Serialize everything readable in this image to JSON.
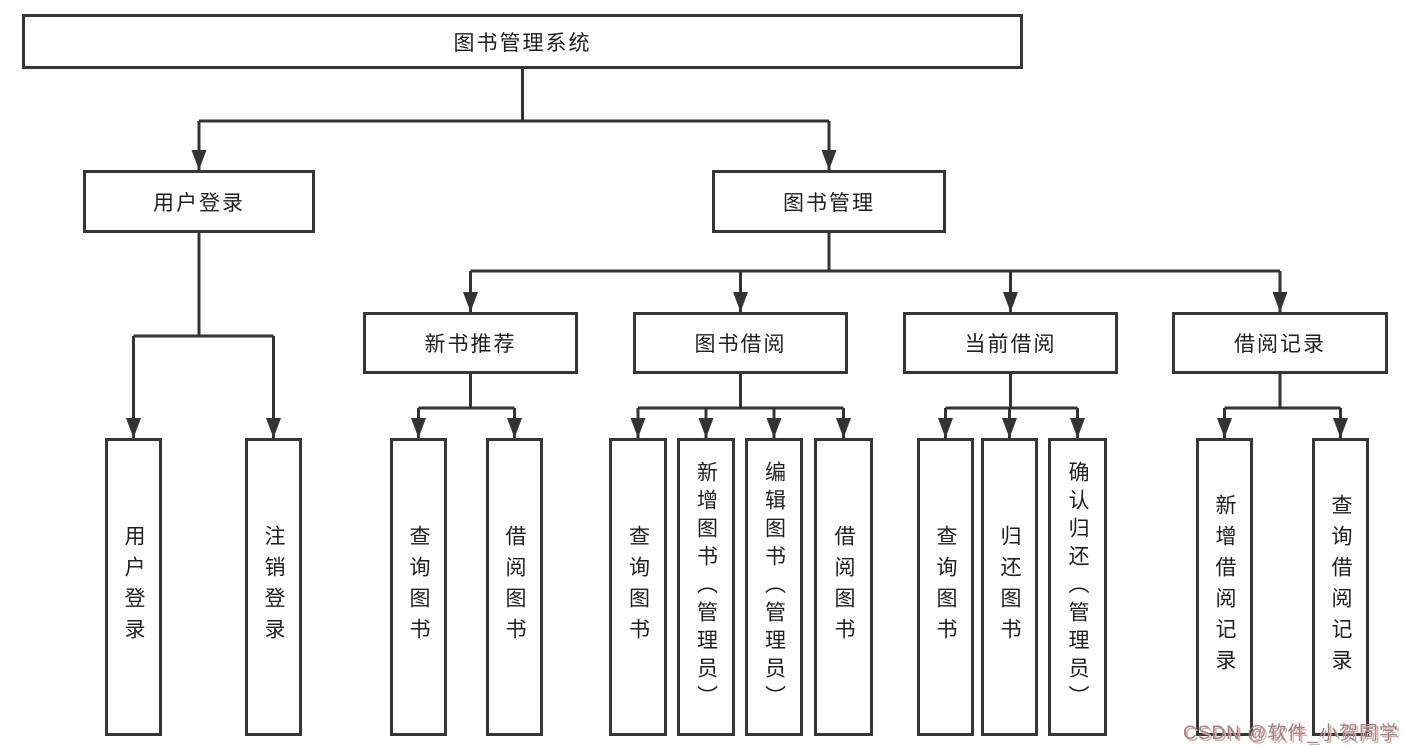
{
  "tree": {
    "root": {
      "label": "图书管理系统"
    },
    "level2": [
      {
        "id": "user-login",
        "label": "用户登录",
        "children": [
          {
            "label": "用户登录"
          },
          {
            "label": "注销登录"
          }
        ]
      },
      {
        "id": "book-mgmt",
        "label": "图书管理",
        "children": [
          {
            "id": "new-book-recommend",
            "label": "新书推荐",
            "children": [
              {
                "label": "查询图书"
              },
              {
                "label": "借阅图书"
              }
            ]
          },
          {
            "id": "book-borrow",
            "label": "图书借阅",
            "children": [
              {
                "label": "查询图书"
              },
              {
                "label": "新增图书（管理员）"
              },
              {
                "label": "编辑图书（管理员）"
              },
              {
                "label": "借阅图书"
              }
            ]
          },
          {
            "id": "current-borrow",
            "label": "当前借阅",
            "children": [
              {
                "label": "查询图书"
              },
              {
                "label": "归还图书"
              },
              {
                "label": "确认归还（管理员）"
              }
            ]
          },
          {
            "id": "borrow-records",
            "label": "借阅记录",
            "children": [
              {
                "label": "新增借阅记录"
              },
              {
                "label": "查询借阅记录"
              }
            ]
          }
        ]
      }
    ]
  },
  "watermark": {
    "text": "CSDN @软件_小贺同学"
  },
  "colors": {
    "line": "#333333",
    "box_border": "#363636",
    "box_fill": "#ffffff",
    "text": "#1f1f1f",
    "watermark_text": "#8c8c8c",
    "watermark_shadow": "#f2a4a1"
  }
}
